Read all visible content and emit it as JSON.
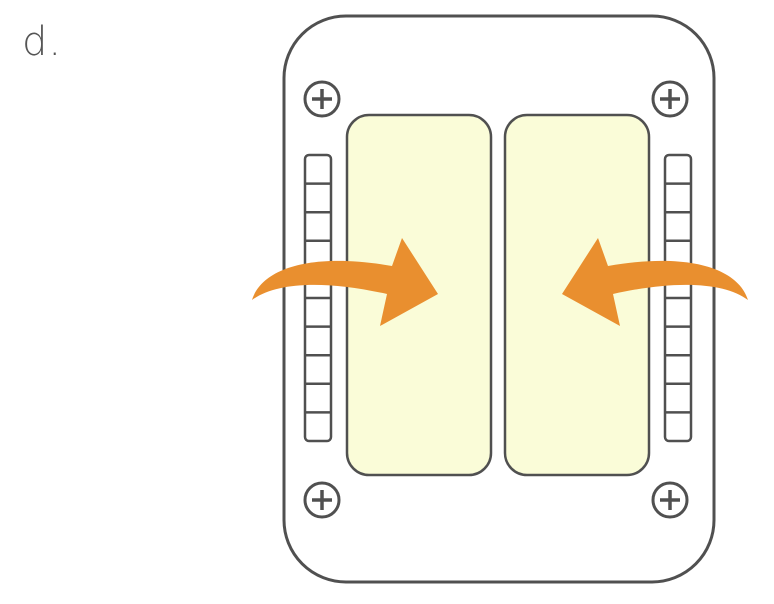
{
  "panel": {
    "label": "d."
  },
  "colors": {
    "outline": "#505050",
    "pad_fill": "#fafcd8",
    "arrow": "#e98f2f",
    "background": "#ffffff"
  },
  "icons": {
    "screw": "screw-icon",
    "arrow": "curved-arrow-icon",
    "vent": "vent-slats"
  },
  "slats_per_vent": 10
}
